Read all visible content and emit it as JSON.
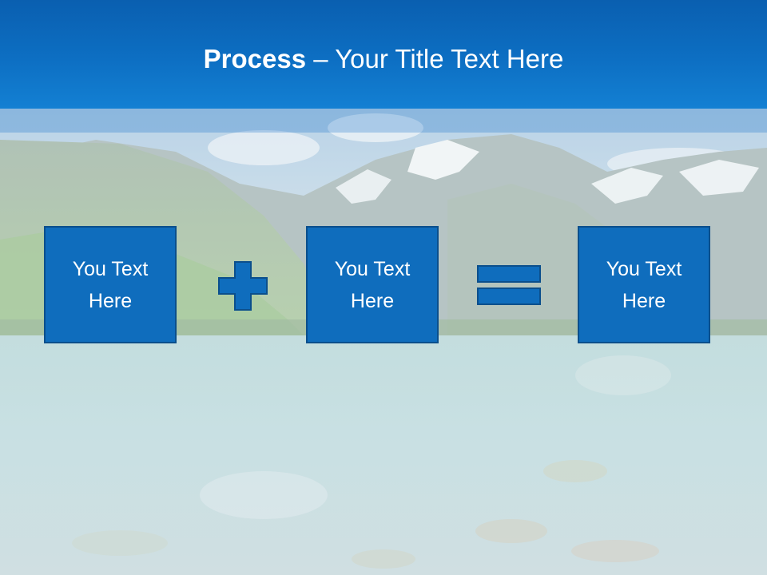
{
  "slide": {
    "title_bold": "Process",
    "title_rest": " – Your Title Text Here",
    "boxes": [
      {
        "text": "You Text Here"
      },
      {
        "text": "You Text Here"
      },
      {
        "text": "You Text Here"
      }
    ],
    "operators": [
      "plus-icon",
      "equals-icon"
    ],
    "background": "mountain-lake-photo"
  },
  "colors": {
    "header": "#0d6fc3",
    "box_fill": "#0f6dbd",
    "box_border": "#0b4f8c",
    "text": "#ffffff"
  }
}
